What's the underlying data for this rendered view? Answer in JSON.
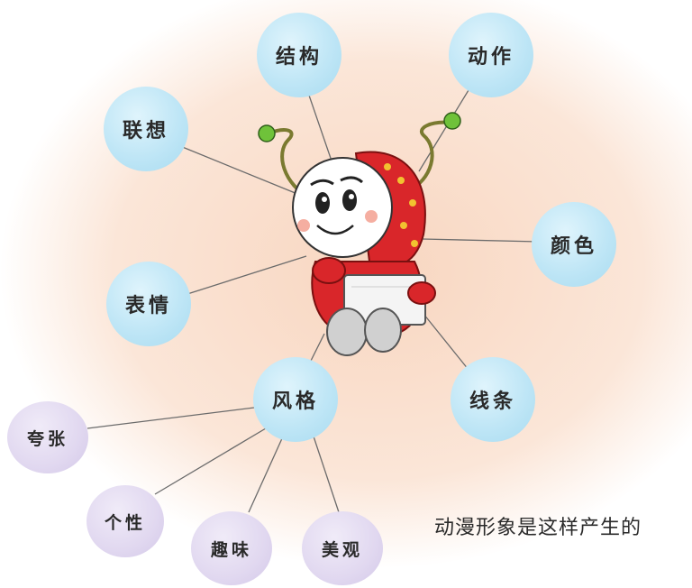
{
  "nodes": {
    "jiegou": "结构",
    "dongzuo": "动作",
    "lianxiang": "联想",
    "yanse": "颜色",
    "biaoqing": "表情",
    "fengge": "风格",
    "xiantiao": "线条",
    "kuazhang": "夸张",
    "gexing": "个性",
    "quwei": "趣味",
    "meiguan": "美观"
  },
  "caption": "动漫形象是这样产生的",
  "colors": {
    "main_node": "#bfe6f6",
    "sub_node": "#e1d8f0",
    "background_glow": "#f8d8c4",
    "mascot_red": "#d9262a"
  }
}
